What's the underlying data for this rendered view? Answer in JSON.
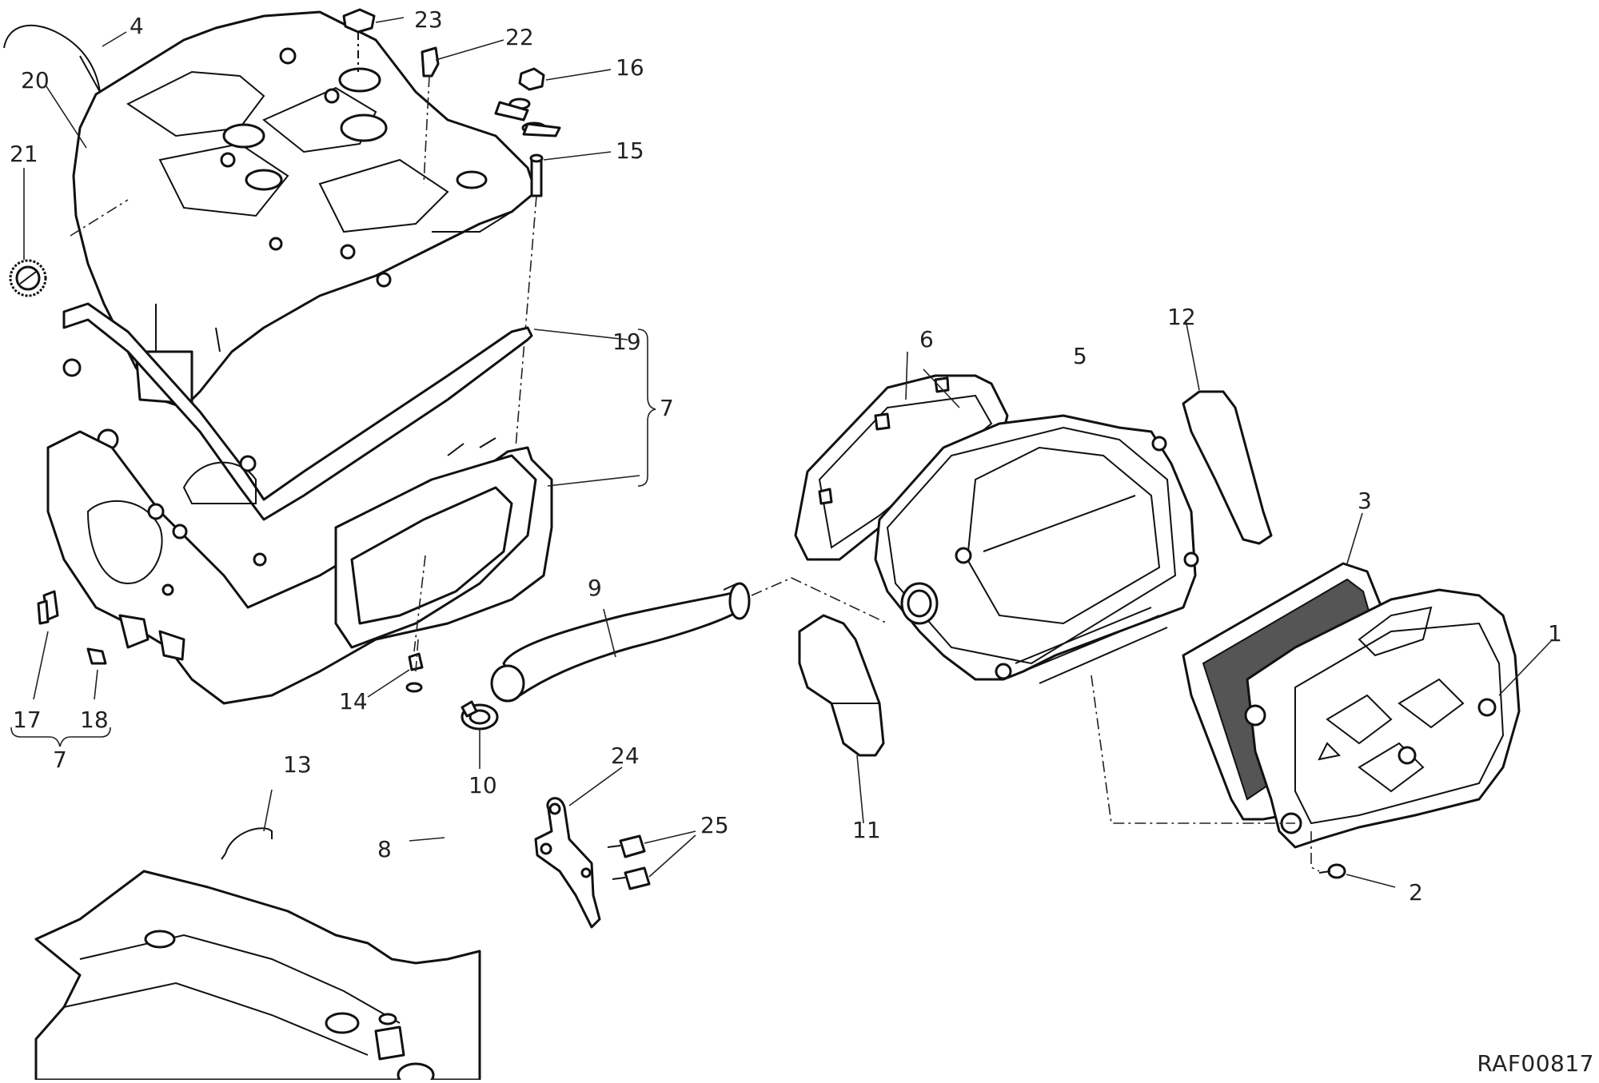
{
  "diagram": {
    "reference_code": "RAF00817",
    "callouts": [
      {
        "id": "c1",
        "label": "1"
      },
      {
        "id": "c2",
        "label": "2"
      },
      {
        "id": "c3",
        "label": "3"
      },
      {
        "id": "c4",
        "label": "4"
      },
      {
        "id": "c5",
        "label": "5"
      },
      {
        "id": "c6",
        "label": "6"
      },
      {
        "id": "c7a",
        "label": "7"
      },
      {
        "id": "c7b",
        "label": "7"
      },
      {
        "id": "c8",
        "label": "8"
      },
      {
        "id": "c9",
        "label": "9"
      },
      {
        "id": "c10",
        "label": "10"
      },
      {
        "id": "c11",
        "label": "11"
      },
      {
        "id": "c12",
        "label": "12"
      },
      {
        "id": "c13",
        "label": "13"
      },
      {
        "id": "c14",
        "label": "14"
      },
      {
        "id": "c15",
        "label": "15"
      },
      {
        "id": "c16",
        "label": "16"
      },
      {
        "id": "c17",
        "label": "17"
      },
      {
        "id": "c18",
        "label": "18"
      },
      {
        "id": "c19",
        "label": "19"
      },
      {
        "id": "c20",
        "label": "20"
      },
      {
        "id": "c21",
        "label": "21"
      },
      {
        "id": "c22",
        "label": "22"
      },
      {
        "id": "c23",
        "label": "23"
      },
      {
        "id": "c24",
        "label": "24"
      },
      {
        "id": "c25",
        "label": "25"
      }
    ]
  }
}
